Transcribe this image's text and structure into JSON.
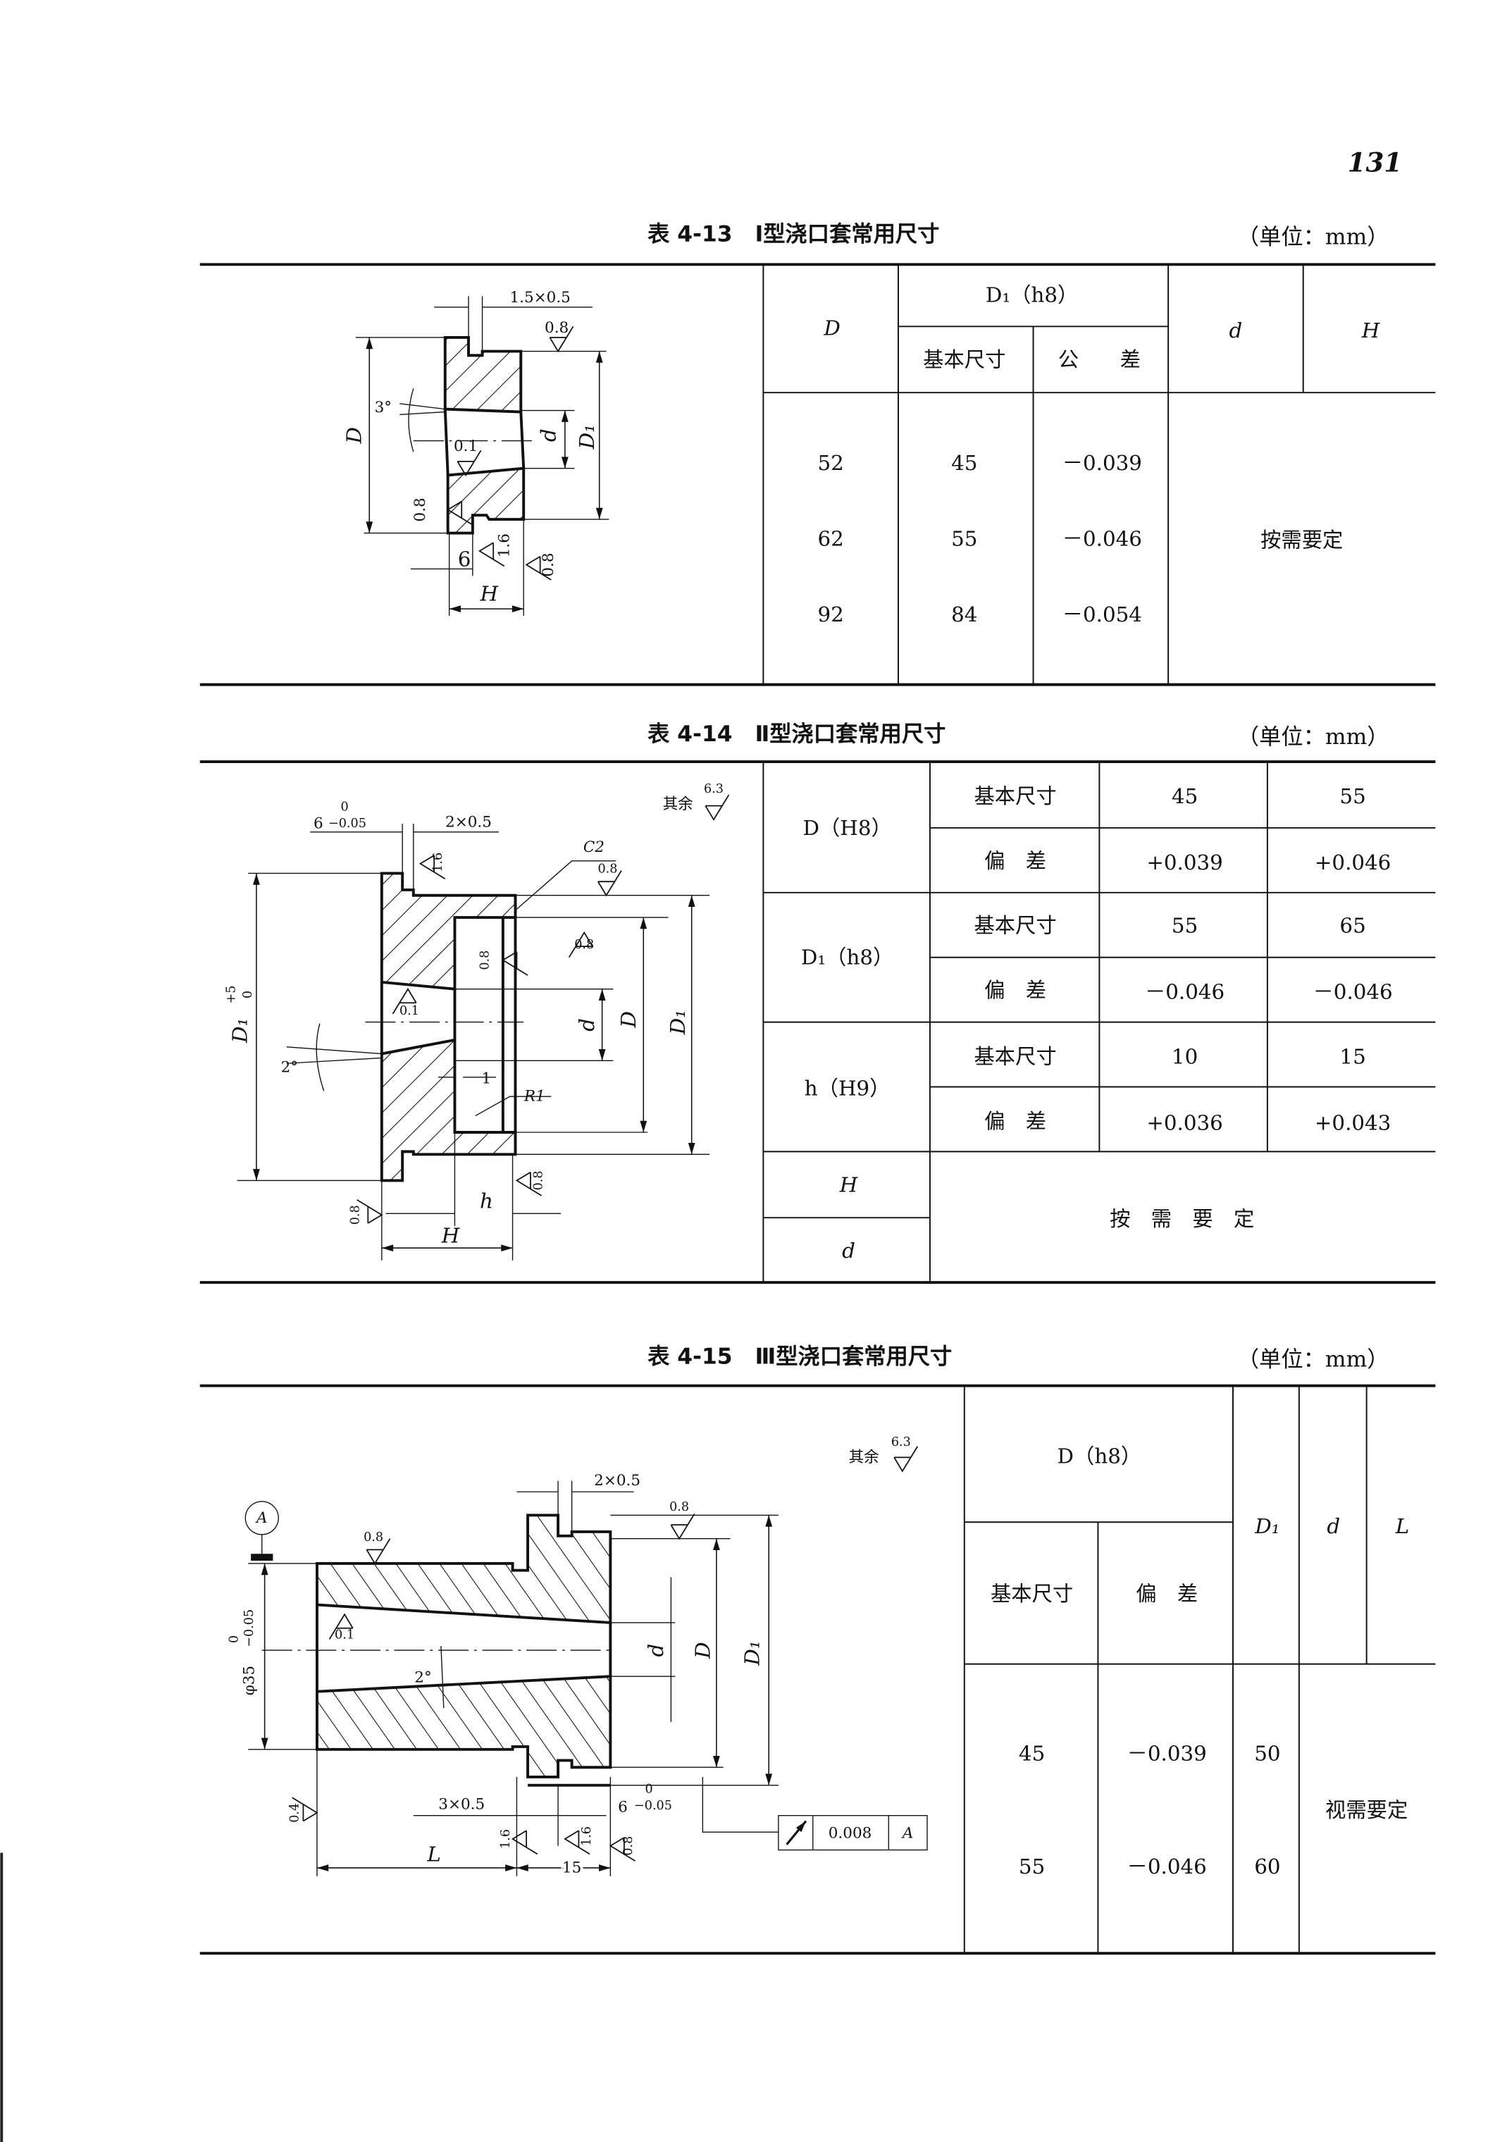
{
  "page_number": "131",
  "tables": [
    {
      "number": "表 4-13",
      "title": "Ⅰ型浇口套常用尺寸",
      "unit": "（单位：mm）",
      "headers": {
        "D": "D",
        "D1": "D₁（h8）",
        "basic": "基本尺寸",
        "tol": "公　　差",
        "d": "d",
        "H": "H"
      },
      "rows": [
        {
          "D": "52",
          "basic": "45",
          "tol": "－0.039"
        },
        {
          "D": "62",
          "basic": "55",
          "tol": "－0.046"
        },
        {
          "D": "92",
          "basic": "84",
          "tol": "－0.054"
        }
      ],
      "note": "按需要定"
    },
    {
      "number": "表 4-14",
      "title": "Ⅱ型浇口套常用尺寸",
      "unit": "（单位：mm）",
      "groups": [
        {
          "label": "D（H8）",
          "basic_label": "基本尺寸",
          "dev_label": "偏　差",
          "basic": [
            "45",
            "55"
          ],
          "dev": [
            "+0.039",
            "+0.046"
          ]
        },
        {
          "label": "D₁（h8）",
          "basic_label": "基本尺寸",
          "dev_label": "偏　差",
          "basic": [
            "55",
            "65"
          ],
          "dev": [
            "－0.046",
            "－0.046"
          ]
        },
        {
          "label": "h（H9）",
          "basic_label": "基本尺寸",
          "dev_label": "偏　差",
          "basic": [
            "10",
            "15"
          ],
          "dev": [
            "+0.036",
            "+0.043"
          ]
        }
      ],
      "extra_rows": [
        "H",
        "d"
      ],
      "note": "按　需　要　定"
    },
    {
      "number": "表 4-15",
      "title": "Ⅲ型浇口套常用尺寸",
      "unit": "（单位：mm）",
      "headers": {
        "D": "D（h8）",
        "basic": "基本尺寸",
        "dev": "偏　差",
        "D1": "D₁",
        "d": "d",
        "L": "L"
      },
      "rows": [
        {
          "basic": "45",
          "dev": "－0.039",
          "D1": "50"
        },
        {
          "basic": "55",
          "dev": "－0.046",
          "D1": "60"
        }
      ],
      "note": "视需要定"
    }
  ],
  "drawings": [
    {
      "labels": {
        "groove": "1.5×0.5",
        "r_top": "0.8",
        "angle": "3°",
        "D": "D",
        "d": "d",
        "D1": "D₁",
        "r_bore": "0.1",
        "r_left": "0.8",
        "six": "6",
        "r_16": "1.6",
        "r_right": "0.8",
        "H": "H"
      }
    },
    {
      "labels": {
        "rest": "其余",
        "rest_val": "6.3",
        "six": "6",
        "six_up": "0",
        "six_low": "−0.05",
        "groove": "2×0.5",
        "chamfer": "C2",
        "r_top": "0.8",
        "r_16": "1.6",
        "r_inner": "0.8",
        "r_recess": "0.8",
        "r_bore": "0.1",
        "D1p": "D₁",
        "D1p_up": "+5",
        "D1p_low": "0",
        "angle": "2°",
        "one": "1",
        "R1": "R1",
        "d": "d",
        "D": "D",
        "D1": "D₁",
        "r_right": "0.8",
        "r_left": "0.8",
        "h": "h",
        "H": "H"
      }
    },
    {
      "labels": {
        "rest": "其余",
        "rest_val": "6.3",
        "datum": "A",
        "groove": "2×0.5",
        "r_top": "0.8",
        "r_outer": "0.8",
        "r_bore": "0.1",
        "angle": "2°",
        "d": "d",
        "D": "D",
        "D1": "D₁",
        "phi": "φ35",
        "phi_up": "0",
        "phi_low": "−0.05",
        "r_face": "0.4",
        "groove2": "3×0.5",
        "six": "6",
        "six_up": "0",
        "six_low": "−0.05",
        "r_16a": "1.6",
        "r_16b": "1.6",
        "r_right": "0.8",
        "L": "L",
        "fifteen": "15",
        "tol_value": "0.008",
        "tol_datum": "A"
      }
    }
  ]
}
